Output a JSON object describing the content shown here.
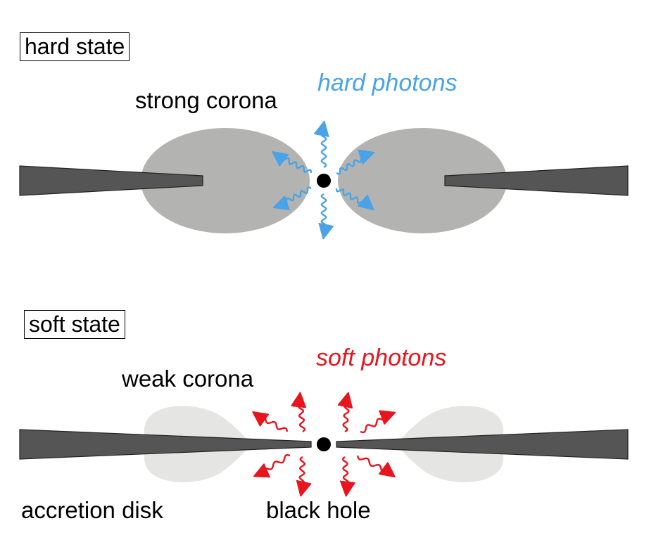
{
  "hard": {
    "state_label": "hard state",
    "corona_label": "strong corona",
    "photons_label": "hard photons",
    "photon_color": "#4aa3e6",
    "corona_color": "#b3b3b2"
  },
  "soft": {
    "state_label": "soft state",
    "corona_label": "weak corona",
    "photons_label": "soft photons",
    "photon_color": "#e8141e",
    "corona_color": "#e5e5e4"
  },
  "labels": {
    "disk": "accretion disk",
    "black_hole": "black hole"
  },
  "colors": {
    "disk": "#555555",
    "black_hole": "#000000"
  }
}
